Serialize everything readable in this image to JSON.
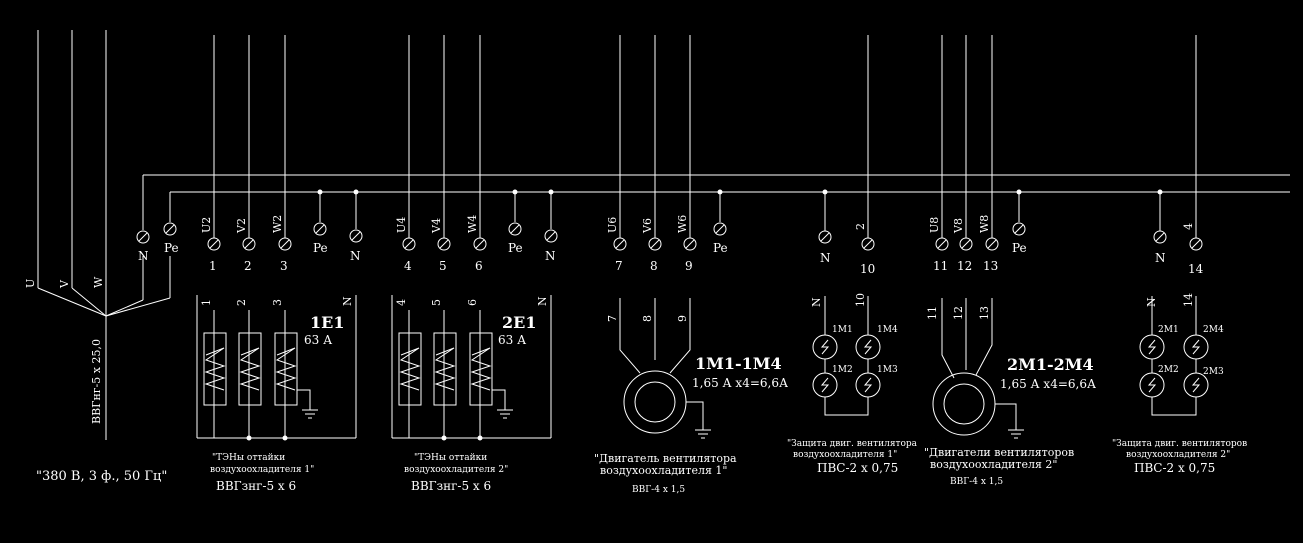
{
  "colors": {
    "background": "#000000",
    "lines": "#ffffff"
  },
  "supply": {
    "phases": [
      "U",
      "V",
      "W"
    ],
    "cable": "ВВГнг-5 х 25,0",
    "spec": "\"380 В, 3 ф., 50 Гц\""
  },
  "bus_terminals": {
    "n": "N",
    "pe": "Pe"
  },
  "group1": {
    "terminal_labels": [
      "U2",
      "V2",
      "W2"
    ],
    "terminal_numbers": [
      "1",
      "2",
      "3"
    ],
    "pe_label": "Pe",
    "n_label": "N",
    "load_top_labels": [
      "1",
      "2",
      "3",
      "N"
    ],
    "load_name": "1E1",
    "load_current": "63 А",
    "caption_1": "\"ТЭНы оттайки",
    "caption_2": "воздухоохладителя 1\"",
    "cable": "ВВГзнг-5 х 6"
  },
  "group2": {
    "terminal_labels": [
      "U4",
      "V4",
      "W4"
    ],
    "terminal_numbers": [
      "4",
      "5",
      "6"
    ],
    "pe_label": "Pe",
    "n_label": "N",
    "load_top_labels": [
      "4",
      "5",
      "6",
      "N"
    ],
    "load_name": "2E1",
    "load_current": "63 А",
    "caption_1": "\"ТЭНы оттайки",
    "caption_2": "воздухоохладителя 2\"",
    "cable": "ВВГзнг-5 х 6"
  },
  "motor1": {
    "terminal_labels": [
      "U6",
      "V6",
      "W6"
    ],
    "terminal_numbers": [
      "7",
      "8",
      "9"
    ],
    "pe_label": "Pe",
    "wire_labels": [
      "7",
      "8",
      "9"
    ],
    "name": "1М1-1М4",
    "current": "1,65 А х4=6,6А",
    "caption_1": "\"Двигатель вентилятора",
    "caption_2": "воздухоохладителя 1\"",
    "cable": "ВВГ-4 х 1,5"
  },
  "protect1": {
    "terminal_labels": [
      "N",
      "2"
    ],
    "terminal_numbers": [
      "N",
      "10"
    ],
    "top_labels": [
      "N",
      "10"
    ],
    "device_labels": [
      "1М1",
      "1М4",
      "1М2",
      "1М3"
    ],
    "caption_1": "\"Защита двиг. вентилятора",
    "caption_2": "воздухоохладителя 1\"",
    "cable": "ПВС-2 х 0,75"
  },
  "motor2": {
    "terminal_labels": [
      "U8",
      "V8",
      "W8"
    ],
    "terminal_numbers": [
      "11",
      "12",
      "13"
    ],
    "pe_label": "Pe",
    "wire_labels": [
      "11",
      "12",
      "13"
    ],
    "name": "2М1-2М4",
    "current": "1,65 А х4=6,6А",
    "caption_1": "\"Двигатели вентиляторов",
    "caption_2": "воздухоохладителя 2\"",
    "cable": "ВВГ-4 х 1,5"
  },
  "protect2": {
    "terminal_labels": [
      "4"
    ],
    "terminal_numbers": [
      "N",
      "14"
    ],
    "top_labels": [
      "N",
      "14"
    ],
    "device_labels": [
      "2М1",
      "2М4",
      "2М2",
      "2М3"
    ],
    "caption_1": "\"Защита двиг. вентиляторов",
    "caption_2": "воздухоохладителя 2\"",
    "cable": "ПВС-2 х 0,75"
  }
}
